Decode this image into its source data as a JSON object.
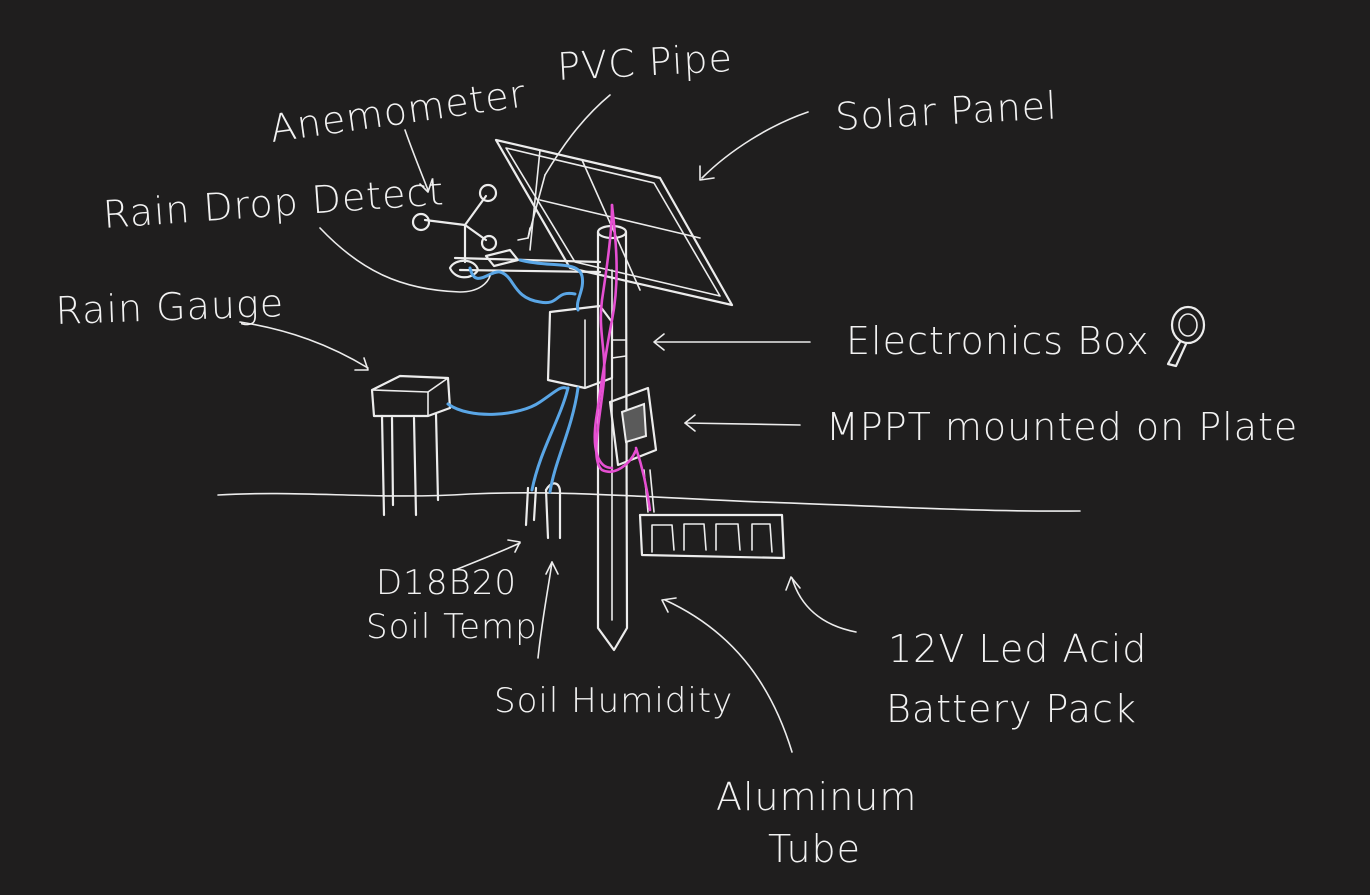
{
  "labels": {
    "pvc_pipe": "PVC Pipe",
    "anemometer": "Anemometer",
    "solar_panel": "Solar Panel",
    "rain_drop_detect": "Rain Drop Detect",
    "rain_gauge": "Rain Gauge",
    "electronics_box": "Electronics Box",
    "mppt": "MPPT mounted on Plate",
    "soil_temp_line1": "D18B20",
    "soil_temp_line2": "Soil Temp",
    "soil_humidity": "Soil Humidity",
    "battery_line1": "12V Led Acid",
    "battery_line2": "Battery Pack",
    "tube_line1": "Aluminum",
    "tube_line2": "Tube"
  },
  "colors": {
    "background": "#1f1e1e",
    "ink": "#ececec",
    "sensor_wire": "#5aa6e6",
    "power_wire": "#e64fd2"
  }
}
